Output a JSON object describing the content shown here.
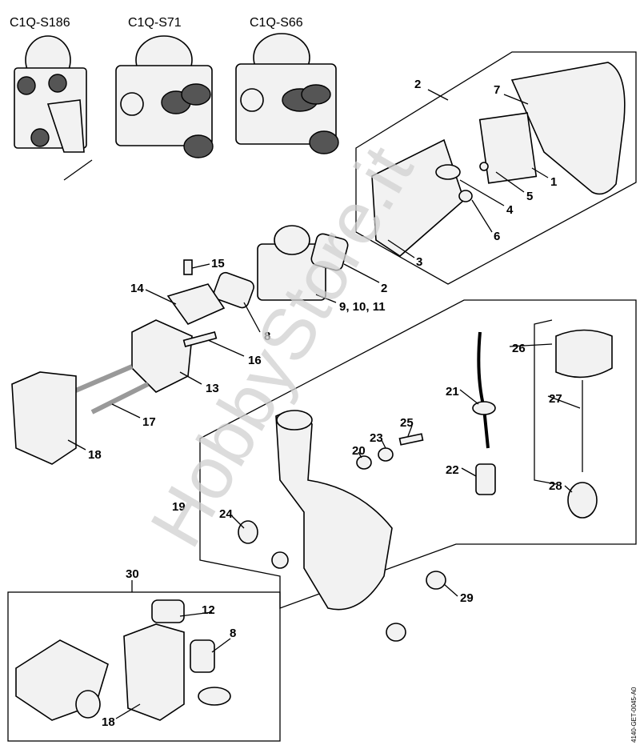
{
  "variants": [
    "C1Q-S186",
    "C1Q-S71",
    "C1Q-S66"
  ],
  "labels": {
    "p1": "1",
    "p2a": "2",
    "p2b": "2",
    "p3": "3",
    "p4": "4",
    "p5": "5",
    "p6": "6",
    "p7": "7",
    "p8a": "8",
    "p8b": "8",
    "p9_11": "9, 10, 11",
    "p12": "12",
    "p13": "13",
    "p14": "14",
    "p15": "15",
    "p16": "16",
    "p17": "17",
    "p18a": "18",
    "p18b": "18",
    "p19": "19",
    "p20": "20",
    "p21": "21",
    "p22": "22",
    "p23": "23",
    "p24": "24",
    "p25": "25",
    "p26": "26",
    "p27": "27",
    "p28": "28",
    "p29": "29",
    "p30": "30"
  },
  "watermark": "HobbyStore.it",
  "drawing_code": "4140-GET-0045-A0"
}
